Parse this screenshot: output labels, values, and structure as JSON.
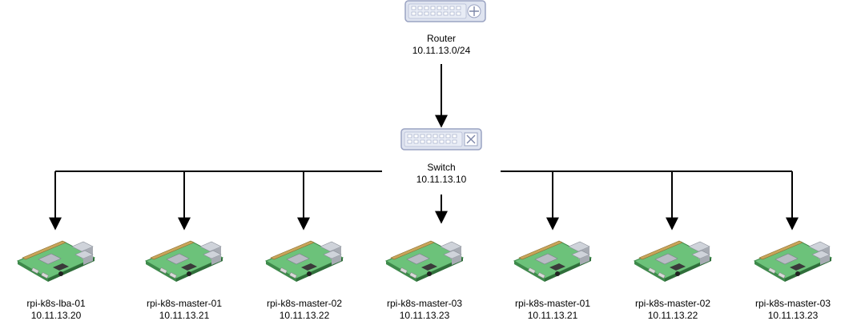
{
  "router": {
    "name": "Router",
    "subnet": "10.11.13.0/24"
  },
  "switch": {
    "name": "Switch",
    "ip": "10.11.13.10"
  },
  "nodes": [
    {
      "name": "rpi-k8s-lba-01",
      "ip": "10.11.13.20"
    },
    {
      "name": "rpi-k8s-master-01",
      "ip": "10.11.13.21"
    },
    {
      "name": "rpi-k8s-master-02",
      "ip": "10.11.13.22"
    },
    {
      "name": "rpi-k8s-master-03",
      "ip": "10.11.13.23"
    },
    {
      "name": "rpi-k8s-master-01",
      "ip": "10.11.13.21"
    },
    {
      "name": "rpi-k8s-master-02",
      "ip": "10.11.13.22"
    },
    {
      "name": "rpi-k8s-master-03",
      "ip": "10.11.13.23"
    }
  ],
  "colors": {
    "device_fill": "#dfe4f0",
    "device_stroke": "#9aa3c2",
    "board": "#58b368",
    "line": "#000000"
  },
  "icons": {
    "router": "router-icon",
    "switch": "switch-icon",
    "node": "raspberry-pi-icon"
  }
}
